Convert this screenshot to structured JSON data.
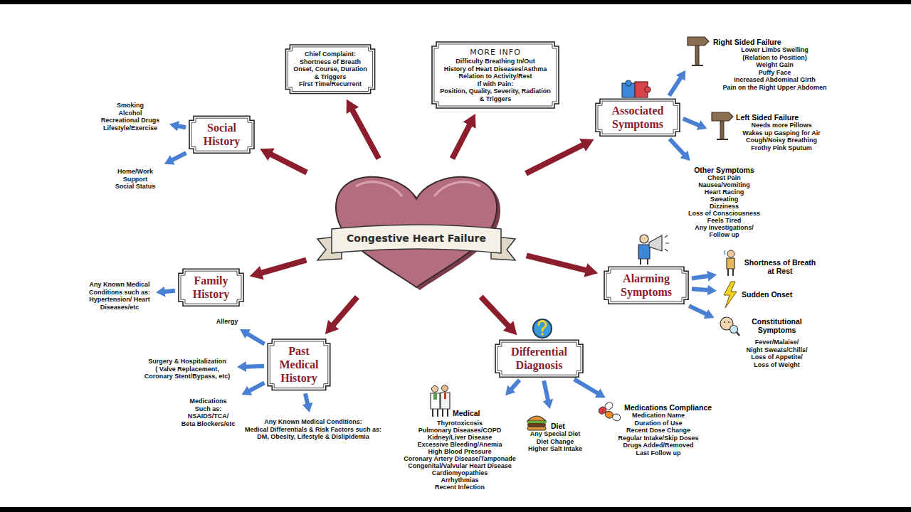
{
  "diagram": {
    "nodes": [
      {
        "text": [
          "Congestive Heart Failure"
        ]
      },
      {
        "text": [
          "Chief Complaint:",
          "Shortness of Breath",
          "Onset, Course, Duration & Triggers",
          "First Time/Recurrent"
        ]
      },
      {
        "text": [
          "MORE INFO",
          "Difficulty Breathing In/Out",
          "History of Heart Diseases/Asthma",
          "Relation to Activity/Rest",
          "If with Pain:",
          "Position, Quality, Severity, Radiation & Triggers"
        ]
      },
      {
        "text": [
          "Social History"
        ]
      },
      {
        "text": [
          "Smoking",
          "Alcohol",
          "Recreational Drugs",
          "Lifestyle/Exercise"
        ]
      },
      {
        "text": [
          "Home/Work",
          "Support",
          "Social Status"
        ]
      },
      {
        "text": [
          "Associated Symptoms"
        ]
      },
      {
        "text": [
          "Right Sided Failure",
          "Lower Limbs Swelling (Relation to Position)",
          "Weight Gain",
          "Puffy Face",
          "Increased Abdominal Girth",
          "Pain on the Right Upper Abdomen"
        ]
      },
      {
        "text": [
          "Left Sided Failure",
          "Needs more Pillows",
          "Wakes up Gasping for Air",
          "Cough/Noisy Breathing",
          "Frothy Pink Sputum"
        ]
      },
      {
        "text": [
          "Other Symptoms",
          "Chest Pain",
          "Nausea/Vomiting",
          "Heart Racing",
          "Sweating",
          "Dizziness",
          "Loss of Consciousness",
          "Feels Tired",
          "Any Investigations/ Follow up"
        ]
      },
      {
        "text": [
          "Family History"
        ]
      },
      {
        "text": [
          "Any Known Medical Conditions such as: Hypertension/ Heart Diseases/etc"
        ]
      },
      {
        "text": [
          "Alarming Symptoms"
        ]
      },
      {
        "text": [
          "Shortness of Breath at Rest"
        ]
      },
      {
        "text": [
          "Sudden Onset"
        ]
      },
      {
        "text": [
          "Constitutional Symptoms",
          "Fever/Malaise/",
          "Night Sweats/Chills/",
          "Loss of Appetite/",
          "Loss of Weight"
        ]
      },
      {
        "text": [
          "Past Medical History"
        ]
      },
      {
        "text": [
          "Allergy"
        ]
      },
      {
        "text": [
          "Surgery & Hospitalization",
          "( Valve Replacement, Coronary Stent/Bypass, etc)"
        ]
      },
      {
        "text": [
          "Medications",
          "Such as:",
          "NSAIDS/TCA/",
          "Beta Blockers/etc"
        ]
      },
      {
        "text": [
          "Any Known Medical Conditions:",
          "Medical Differentials & Risk Factors such as: DM, Obesity, Lifestyle & Dislipidemia"
        ]
      },
      {
        "text": [
          "Differential Diagnosis"
        ]
      },
      {
        "text": [
          "Medical",
          "Thyrotoxicosis",
          "Pulmonary Diseases/COPD",
          "Kidney/Liver Disease",
          "Excessive Bleeding/Anemia",
          "High Blood Pressure",
          "Coronary Artery Disease/Tamponade",
          "Congenital/Valvular Heart Disease",
          "Cardiomyopathies",
          "Arrhythmias",
          "Recent Infection"
        ]
      },
      {
        "text": [
          "Diet",
          "Any Special Diet",
          "Diet Change",
          "Higher Salt Intake"
        ]
      },
      {
        "text": [
          "Medications Compliance",
          "Medication Name",
          "Duration of Use",
          "Recent Dose Change",
          "Regular Intake/Skip Doses",
          "Drugs Added/Removed",
          "Last Follow up"
        ]
      }
    ],
    "edges": [
      {
        "from": 0,
        "to": 1,
        "arrow": "to"
      },
      {
        "from": 0,
        "to": 2,
        "arrow": "to"
      },
      {
        "from": 0,
        "to": 3,
        "arrow": "to"
      },
      {
        "from": 0,
        "to": 6,
        "arrow": "to"
      },
      {
        "from": 0,
        "to": 10,
        "arrow": "to"
      },
      {
        "from": 0,
        "to": 12,
        "arrow": "to"
      },
      {
        "from": 0,
        "to": 16,
        "arrow": "to"
      },
      {
        "from": 0,
        "to": 21,
        "arrow": "to"
      },
      {
        "from": 3,
        "to": 4,
        "arrow": "to"
      },
      {
        "from": 3,
        "to": 5,
        "arrow": "to"
      },
      {
        "from": 6,
        "to": 7,
        "arrow": "to"
      },
      {
        "from": 6,
        "to": 8,
        "arrow": "to"
      },
      {
        "from": 6,
        "to": 9,
        "arrow": "to"
      },
      {
        "from": 10,
        "to": 11,
        "arrow": "to"
      },
      {
        "from": 12,
        "to": 13,
        "arrow": "to"
      },
      {
        "from": 12,
        "to": 14,
        "arrow": "to"
      },
      {
        "from": 12,
        "to": 15,
        "arrow": "to"
      },
      {
        "from": 16,
        "to": 17,
        "arrow": "to"
      },
      {
        "from": 16,
        "to": 18,
        "arrow": "to"
      },
      {
        "from": 16,
        "to": 19,
        "arrow": "to"
      },
      {
        "from": 16,
        "to": 20,
        "arrow": "to"
      },
      {
        "from": 21,
        "to": 22,
        "arrow": "to"
      },
      {
        "from": 21,
        "to": 23,
        "arrow": "to"
      },
      {
        "from": 21,
        "to": 24,
        "arrow": "to"
      }
    ]
  }
}
